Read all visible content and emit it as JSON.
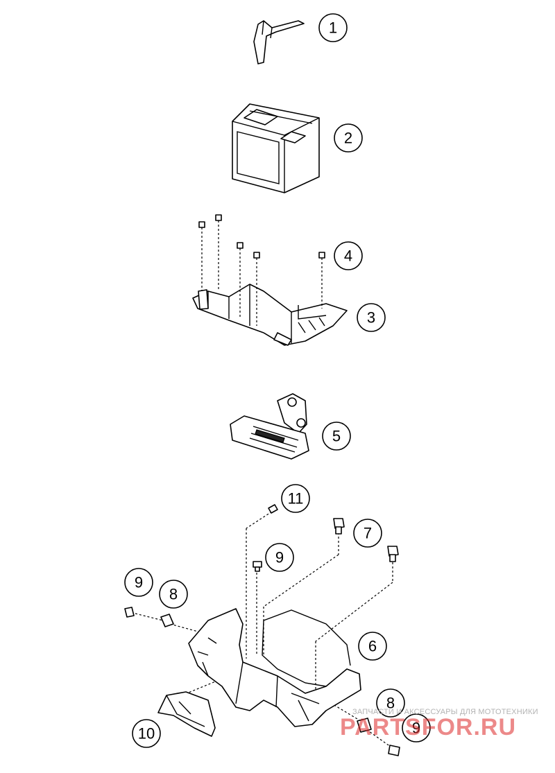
{
  "diagram": {
    "callouts": [
      {
        "id": "c1",
        "label": "1"
      },
      {
        "id": "c2",
        "label": "2"
      },
      {
        "id": "c4",
        "label": "4"
      },
      {
        "id": "c3",
        "label": "3"
      },
      {
        "id": "c5",
        "label": "5"
      },
      {
        "id": "c11",
        "label": "11"
      },
      {
        "id": "c7",
        "label": "7"
      },
      {
        "id": "c9a",
        "label": "9"
      },
      {
        "id": "c9b",
        "label": "9"
      },
      {
        "id": "c8a",
        "label": "8"
      },
      {
        "id": "c6",
        "label": "6"
      },
      {
        "id": "c8b",
        "label": "8"
      },
      {
        "id": "c9c",
        "label": "9"
      },
      {
        "id": "c10",
        "label": "10"
      }
    ]
  },
  "watermark": {
    "tagline": "ЗАПЧАСТИ И АКСЕССУАРЫ ДЛЯ МОТОТЕХНИКИ",
    "brand": "PARTSFOR.RU"
  },
  "colors": {
    "watermark_red": "#dc2828",
    "watermark_gray": "#b3b3b3"
  }
}
